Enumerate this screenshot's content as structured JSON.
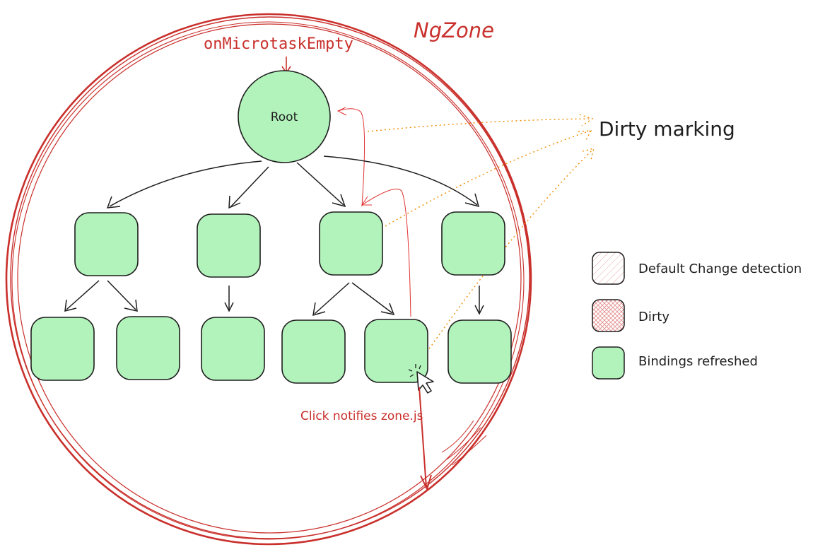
{
  "zone_label": "NgZone",
  "microtask_label": "onMicrotaskEmpty",
  "root_label": "Root",
  "dirty_marking_label": "Dirty marking",
  "click_label": "Click notifies zone.js",
  "legend": {
    "items": [
      {
        "label": "Default Change detection",
        "swatch": "hatched-white"
      },
      {
        "label": "Dirty",
        "swatch": "hatched-pink"
      },
      {
        "label": "Bindings refreshed",
        "swatch": "green"
      }
    ]
  },
  "colors": {
    "zone_red": "#c9302c",
    "node_fill": "#b2f2bb",
    "stroke_dark": "#1e1e1e",
    "dotted_orange": "#f08c00",
    "dirty_pink": "#ffc9c9"
  }
}
